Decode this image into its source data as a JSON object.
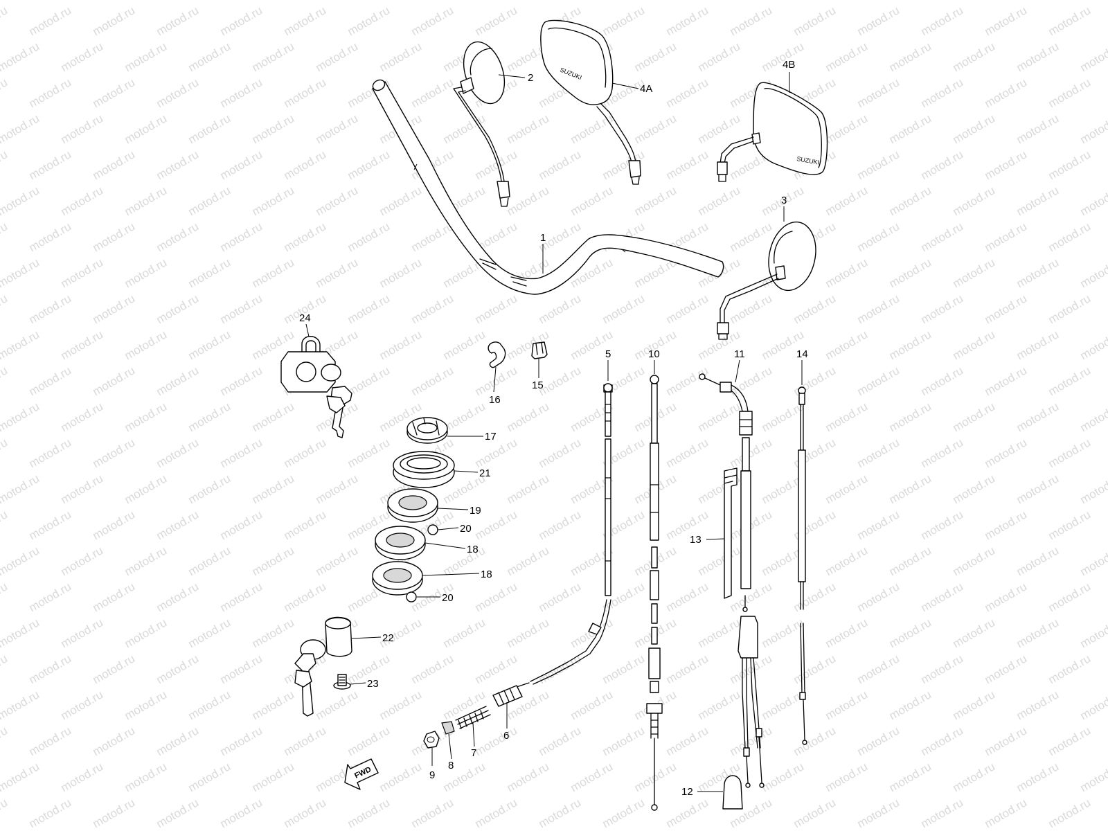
{
  "watermark": "motod.ru",
  "direction_label": "FWD",
  "mirror_brand": "SUZUKI",
  "callouts": [
    {
      "id": "1",
      "label": "1"
    },
    {
      "id": "2",
      "label": "2"
    },
    {
      "id": "3",
      "label": "3"
    },
    {
      "id": "4A",
      "label": "4A"
    },
    {
      "id": "4B",
      "label": "4B"
    },
    {
      "id": "5",
      "label": "5"
    },
    {
      "id": "6",
      "label": "6"
    },
    {
      "id": "7",
      "label": "7"
    },
    {
      "id": "8",
      "label": "8"
    },
    {
      "id": "9",
      "label": "9"
    },
    {
      "id": "10",
      "label": "10"
    },
    {
      "id": "11",
      "label": "11"
    },
    {
      "id": "12",
      "label": "12"
    },
    {
      "id": "13",
      "label": "13"
    },
    {
      "id": "14",
      "label": "14"
    },
    {
      "id": "15",
      "label": "15"
    },
    {
      "id": "16",
      "label": "16"
    },
    {
      "id": "17",
      "label": "17"
    },
    {
      "id": "18a",
      "label": "18"
    },
    {
      "id": "18b",
      "label": "18"
    },
    {
      "id": "19",
      "label": "19"
    },
    {
      "id": "20a",
      "label": "20"
    },
    {
      "id": "20b",
      "label": "20"
    },
    {
      "id": "21",
      "label": "21"
    },
    {
      "id": "22",
      "label": "22"
    },
    {
      "id": "23",
      "label": "23"
    },
    {
      "id": "24",
      "label": "24"
    }
  ]
}
